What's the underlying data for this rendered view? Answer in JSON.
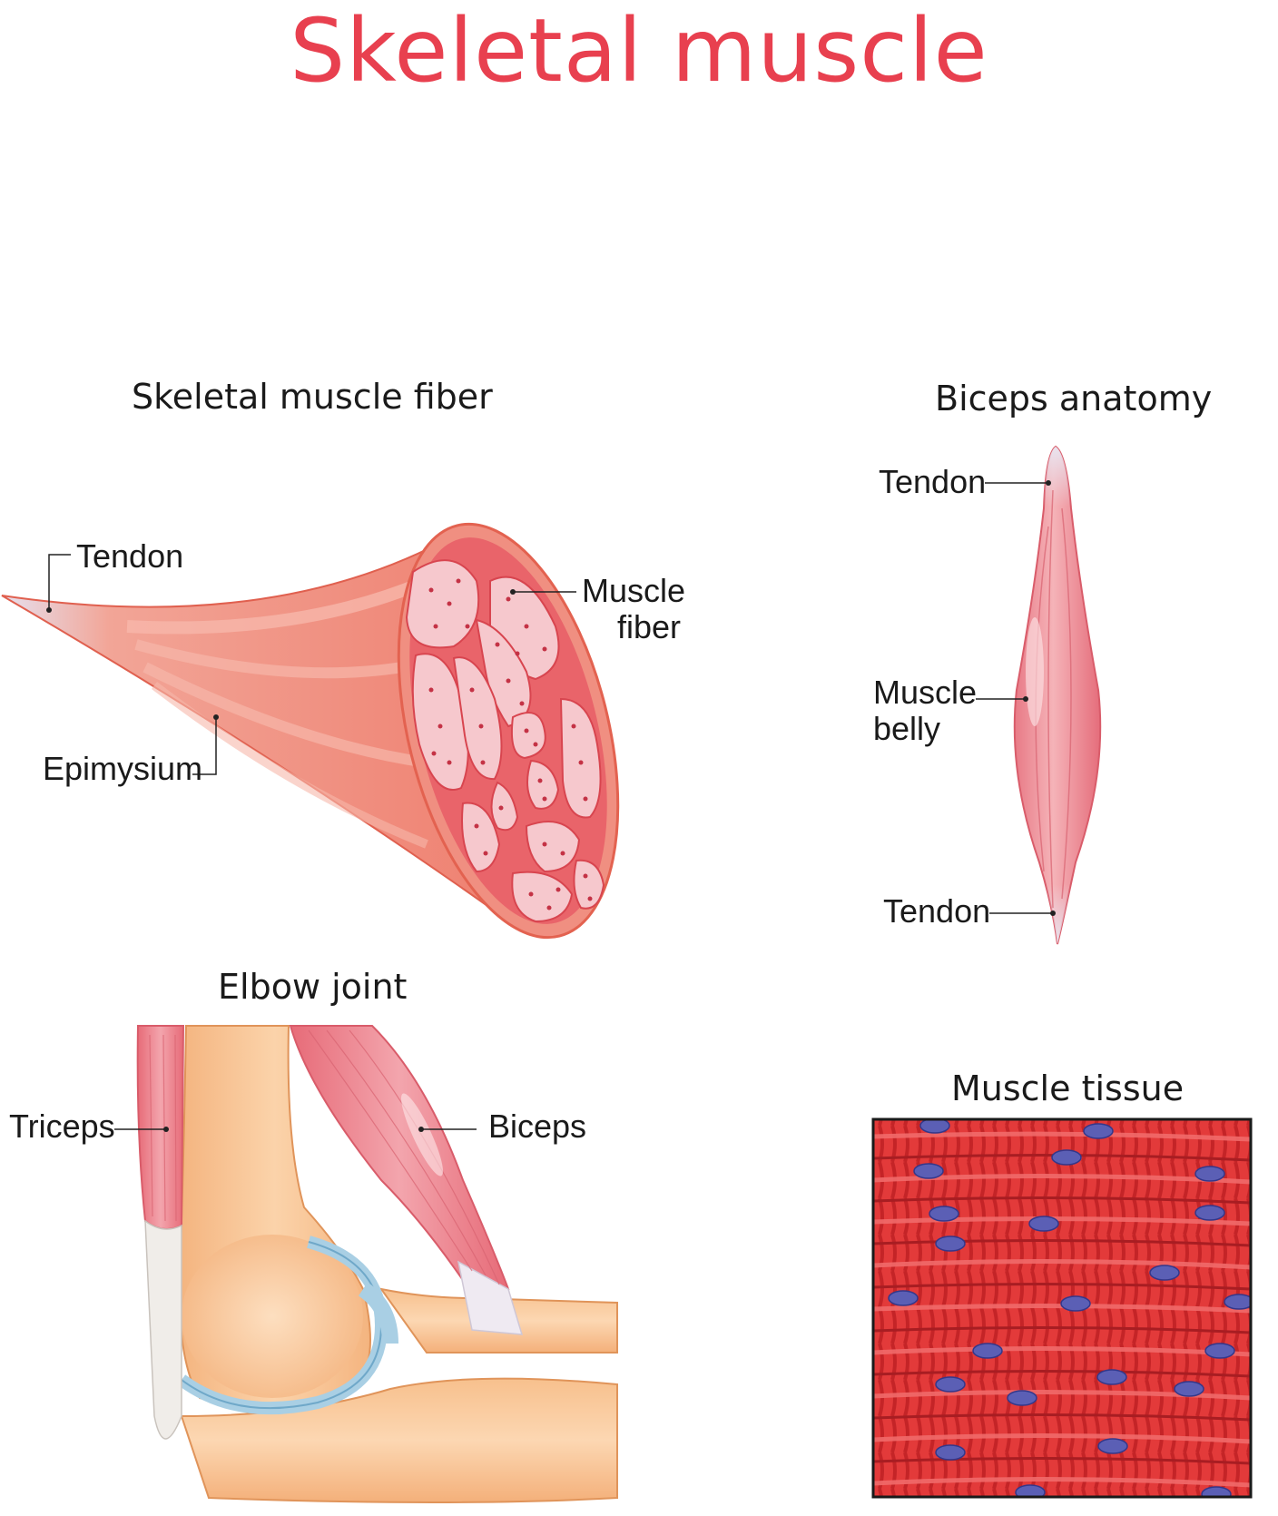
{
  "title": "Skeletal muscle",
  "sections": {
    "fiber": {
      "title": "Skeletal muscle fiber",
      "labels": {
        "tendon": "Tendon",
        "muscle_fiber_1": "Muscle",
        "muscle_fiber_2": "fiber",
        "epimysium": "Epimysium"
      }
    },
    "biceps": {
      "title": "Biceps anatomy",
      "labels": {
        "tendon_top": "Tendon",
        "belly_1": "Muscle",
        "belly_2": "belly",
        "tendon_bottom": "Tendon"
      }
    },
    "elbow": {
      "title": "Elbow joint",
      "labels": {
        "triceps": "Triceps",
        "biceps": "Biceps"
      }
    },
    "tissue": {
      "title": "Muscle tissue"
    }
  },
  "colors": {
    "title": "#e8404f",
    "muscle": "#f0877a",
    "muscle_light": "#f6b2a9",
    "fiber_fill": "#f6c8cd",
    "tissue_red": "#e23c3c",
    "nucleus": "#5b5fb5",
    "bone": "#f6c08e",
    "cartilage": "#a9cfe4",
    "tendon": "#e7e1ee"
  }
}
